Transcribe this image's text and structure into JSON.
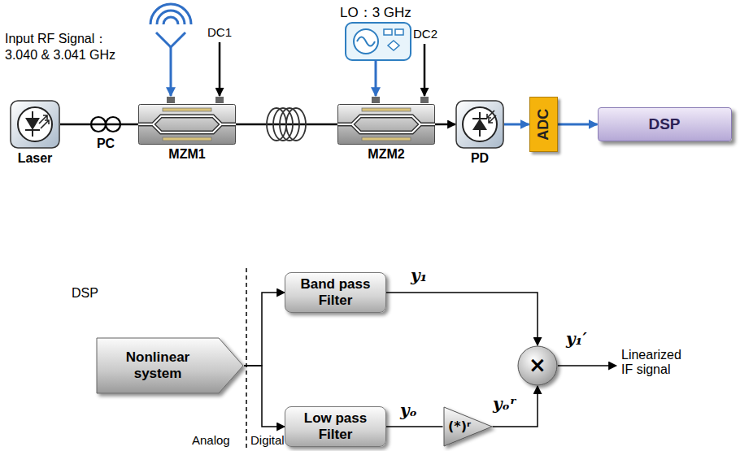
{
  "diagram": {
    "nodes": [
      {
        "text": [
          "Laser"
        ]
      },
      {
        "text": [
          "PC"
        ]
      },
      {
        "text": [
          "MZM1"
        ]
      },
      {
        "text": [
          "MZM2"
        ]
      },
      {
        "text": [
          "PD"
        ]
      },
      {
        "text": [
          "ADC"
        ]
      },
      {
        "text": [
          "DSP"
        ]
      },
      {
        "text": [
          "Nonlinear system"
        ]
      },
      {
        "text": [
          "Band pass Filter"
        ]
      },
      {
        "text": [
          "Low pass Filter"
        ]
      },
      {
        "text": [
          "(*)ʳ"
        ]
      },
      {
        "text": [
          "×"
        ]
      }
    ],
    "edges": [
      {
        "from": 0,
        "to": 1,
        "arrow": "none"
      },
      {
        "from": 1,
        "to": 2,
        "arrow": "none"
      },
      {
        "from": 2,
        "to": 3,
        "arrow": "none"
      },
      {
        "from": 3,
        "to": 4,
        "arrow": "to"
      },
      {
        "from": 4,
        "to": 5,
        "arrow": "to"
      },
      {
        "from": 5,
        "to": 6,
        "arrow": "to"
      },
      {
        "from": 7,
        "to": 8,
        "arrow": "to"
      },
      {
        "from": 7,
        "to": 9,
        "arrow": "to"
      },
      {
        "from": 8,
        "to": 11,
        "arrow": "to"
      },
      {
        "from": 9,
        "to": 10,
        "arrow": "none"
      },
      {
        "from": 10,
        "to": 11,
        "arrow": "to"
      }
    ],
    "labels": [
      "Input RF Signal： 3.040 & 3.041 GHz",
      "DC1",
      "LO：3 GHz",
      "DC2",
      "DSP",
      "Analog",
      "Digital",
      "y₁",
      "yₒ",
      "yₒʳ",
      "y₁′",
      "Linearized IF signal"
    ]
  }
}
